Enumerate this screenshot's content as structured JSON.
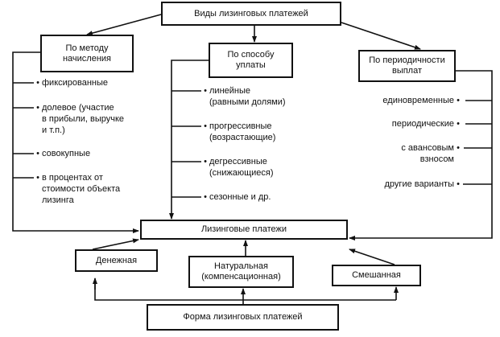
{
  "title": "Виды лизинговых платежей",
  "categories": [
    {
      "label_lines": [
        "По методу",
        "начисления"
      ],
      "items": [
        [
          "фиксированные"
        ],
        [
          "долевое (участие",
          "в прибыли, выручке",
          "и т.п.)"
        ],
        [
          "совокупные"
        ],
        [
          "в процентах от",
          "стоимости объекта",
          "лизинга"
        ]
      ]
    },
    {
      "label_lines": [
        "По способу",
        "уплаты"
      ],
      "items": [
        [
          "линейные",
          "(равными долями)"
        ],
        [
          "прогрессивные",
          "(возрастающие)"
        ],
        [
          "дегрессивные",
          "(снижающиеся)"
        ],
        [
          "сезонные и др."
        ]
      ]
    },
    {
      "label_lines": [
        "По периодичности",
        "выплат"
      ],
      "items": [
        [
          "единовременные"
        ],
        [
          "периодические"
        ],
        [
          "с авансовым",
          "взносом"
        ],
        [
          "другие варианты"
        ]
      ]
    }
  ],
  "center": "Лизинговые платежи",
  "forms": {
    "money": "Денежная",
    "natural_lines": [
      "Натуральная",
      "(компенсационная)"
    ],
    "mixed": "Смешанная"
  },
  "forms_title": "Форма лизинговых платежей",
  "bullet": "•",
  "colors": {
    "line": "#111111",
    "background": "#ffffff"
  }
}
